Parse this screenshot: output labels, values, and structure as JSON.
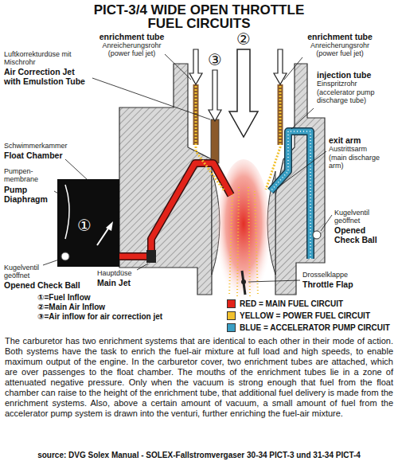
{
  "diagram": {
    "title": "PICT-3/4 WIDE OPEN THROTTLE FUEL CIRCUITS",
    "caption": "The carburetor has two enrichment systems that are identical to each other in their mode of action. Both systems have the task to enrich the fuel-air mixture at full load and high speeds, to enable maximum output of the engine. In the carburetor cover, two enrichment tubes are attached, which are over passenges to the float chamber. The mouths of the enrichment tubes lie in a zone of attenuated negative pressure. Only when the vacuum is strong enough that fuel from the float chamber can raise to the height of the enrichment tube, that additional fuel delivery is made from the enrichment systems.  Also, above a certain amount of vacuum, a small amount of fuel from the accelerator pump system is drawn into the venturi, further enriching the fuel-air mixture.",
    "labels": [
      "enrichment tube",
      "Anreicherungsrohr",
      "(power fuel jet)",
      "enrichment tube",
      "Anreicherungsrohr",
      "(power fuel jet)",
      "②",
      "Luftkorrekturdüse mit Mischrohr",
      "Air Correction Jet with Emulstion Tube",
      "③",
      "injection tube",
      "Einspritzrohr",
      "(accelerator pump discharge tube)",
      "exit arm",
      "Austrittsarm",
      "(main discharge arm)",
      "Schwimmerkammer",
      "Float Chamber",
      "Pumpen- membrane",
      "Pump Diaphragm",
      "①",
      "Kugelventil geöffnet",
      "Opened Check Ball",
      "Hauptdüse",
      "Main Jet",
      "Kugelventil geöffnet",
      "Opened Check Ball",
      "Drosselklappe",
      "Throttle Flap",
      "①=Fuel Inflow",
      "②=Main Air Inflow",
      "③=Air inflow for air correction jet",
      "source: DVG Solex Manual - SOLEX-Fallstromvergaser 30-34 PICT-3 und 31-34 PICT-4"
    ],
    "legend": [
      {
        "text": "RED = MAIN FUEL CIRCUIT",
        "color": "#e2231a"
      },
      {
        "text": "YELLOW = POWER FUEL CIRCUIT",
        "color": "#f2c12e"
      },
      {
        "text": "BLUE = ACCELERATOR PUMP CIRCUIT",
        "color": "#3a9fc4"
      }
    ]
  }
}
